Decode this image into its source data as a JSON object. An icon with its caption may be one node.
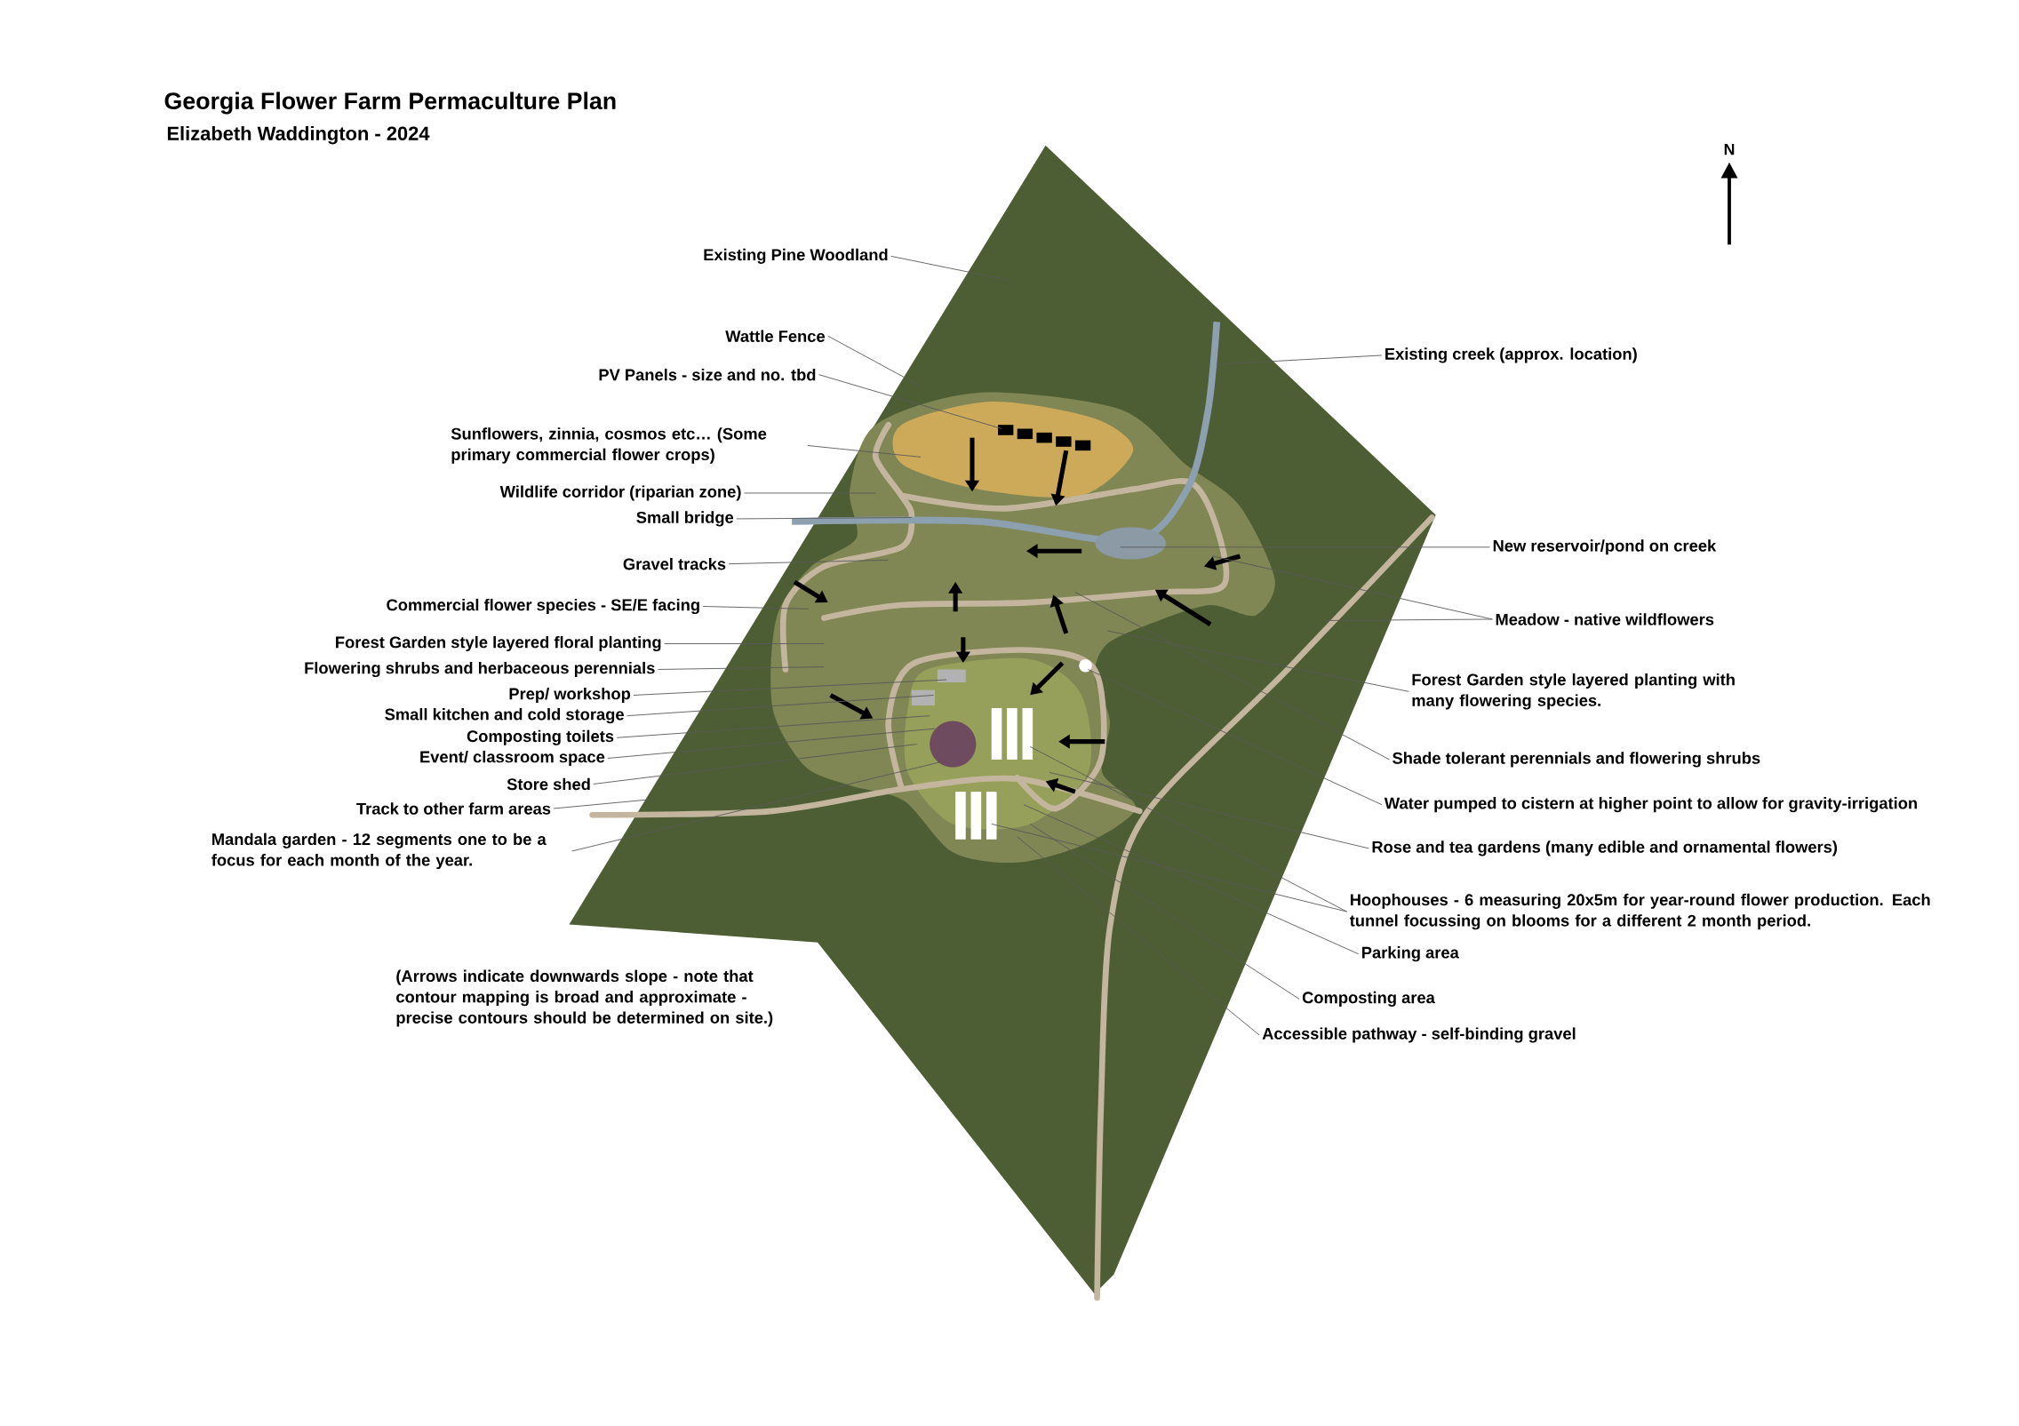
{
  "diagram": {
    "title": "Georgia Flower Farm Permaculture Plan",
    "nodes": [
      {
        "text": [
          "Existing Pine Woodland"
        ]
      },
      {
        "text": [
          "Wattle Fence"
        ]
      },
      {
        "text": [
          "PV Panels - size and no. tbd"
        ]
      },
      {
        "text": [
          "Sunflowers, zinnia, cosmos etc… (Some primary commercial flower crops)"
        ]
      },
      {
        "text": [
          "Wildlife corridor (riparian zone)"
        ]
      },
      {
        "text": [
          "Small bridge"
        ]
      },
      {
        "text": [
          "Gravel tracks"
        ]
      },
      {
        "text": [
          "Commercial flower species - SE/E facing"
        ]
      },
      {
        "text": [
          "Forest Garden style layered floral planting"
        ]
      },
      {
        "text": [
          "Flowering shrubs and herbaceous perennials"
        ]
      },
      {
        "text": [
          "Prep/ workshop"
        ]
      },
      {
        "text": [
          "Small kitchen and cold storage"
        ]
      },
      {
        "text": [
          "Composting toilets"
        ]
      },
      {
        "text": [
          "Event/ classroom space"
        ]
      },
      {
        "text": [
          "Store shed"
        ]
      },
      {
        "text": [
          "Track to other farm areas"
        ]
      },
      {
        "text": [
          "Mandala garden - 12 segments one to be a focus for each month of the year."
        ]
      },
      {
        "text": [
          "Existing creek (approx. location)"
        ]
      },
      {
        "text": [
          "New reservoir/pond on creek"
        ]
      },
      {
        "text": [
          "Meadow - native wildflowers"
        ]
      },
      {
        "text": [
          "Forest Garden style layered planting with many flowering species."
        ]
      },
      {
        "text": [
          "Shade tolerant perennials and flowering shrubs"
        ]
      },
      {
        "text": [
          "Water pumped to cistern at higher point to allow for gravity-irrigation"
        ]
      },
      {
        "text": [
          "Rose and tea gardens (many edible and ornamental flowers)"
        ]
      },
      {
        "text": [
          "Hoophouses - 6 measuring 20x5m for year-round flower production. Each tunnel focussing on blooms for a different 2 month period."
        ]
      },
      {
        "text": [
          "Parking area"
        ]
      },
      {
        "text": [
          "Composting area"
        ]
      },
      {
        "text": [
          "Accessible pathway - self-binding gravel"
        ]
      }
    ],
    "edges": [
      {
        "from": 0,
        "to": null,
        "arrow": "none"
      },
      {
        "from": 1,
        "to": null,
        "arrow": "none"
      },
      {
        "from": 2,
        "to": null,
        "arrow": "none"
      },
      {
        "from": 3,
        "to": null,
        "arrow": "none"
      },
      {
        "from": 4,
        "to": null,
        "arrow": "none"
      },
      {
        "from": 5,
        "to": null,
        "arrow": "none"
      },
      {
        "from": 6,
        "to": null,
        "arrow": "none"
      },
      {
        "from": 7,
        "to": null,
        "arrow": "none"
      },
      {
        "from": 8,
        "to": null,
        "arrow": "none"
      },
      {
        "from": 9,
        "to": null,
        "arrow": "none"
      },
      {
        "from": 10,
        "to": null,
        "arrow": "none"
      },
      {
        "from": 11,
        "to": null,
        "arrow": "none"
      },
      {
        "from": 12,
        "to": null,
        "arrow": "none"
      },
      {
        "from": 13,
        "to": null,
        "arrow": "none"
      },
      {
        "from": 14,
        "to": null,
        "arrow": "none"
      },
      {
        "from": 15,
        "to": null,
        "arrow": "none"
      },
      {
        "from": 16,
        "to": null,
        "arrow": "none"
      },
      {
        "from": 17,
        "to": null,
        "arrow": "none"
      },
      {
        "from": 18,
        "to": null,
        "arrow": "none"
      },
      {
        "from": 19,
        "to": null,
        "arrow": "none"
      },
      {
        "from": 19,
        "to": null,
        "arrow": "none"
      },
      {
        "from": 20,
        "to": null,
        "arrow": "none"
      },
      {
        "from": 21,
        "to": null,
        "arrow": "none"
      },
      {
        "from": 22,
        "to": null,
        "arrow": "none"
      },
      {
        "from": 23,
        "to": null,
        "arrow": "none"
      },
      {
        "from": 24,
        "to": null,
        "arrow": "none"
      },
      {
        "from": 24,
        "to": null,
        "arrow": "none"
      },
      {
        "from": 25,
        "to": null,
        "arrow": "none"
      },
      {
        "from": 26,
        "to": null,
        "arrow": "none"
      },
      {
        "from": 27,
        "to": null,
        "arrow": "none"
      }
    ],
    "labels": [
      "Elizabeth Waddington - 2024",
      "N",
      "(Arrows indicate downwards slope - note that contour mapping is broad and approximate - precise contours should be determined on site.)"
    ]
  }
}
